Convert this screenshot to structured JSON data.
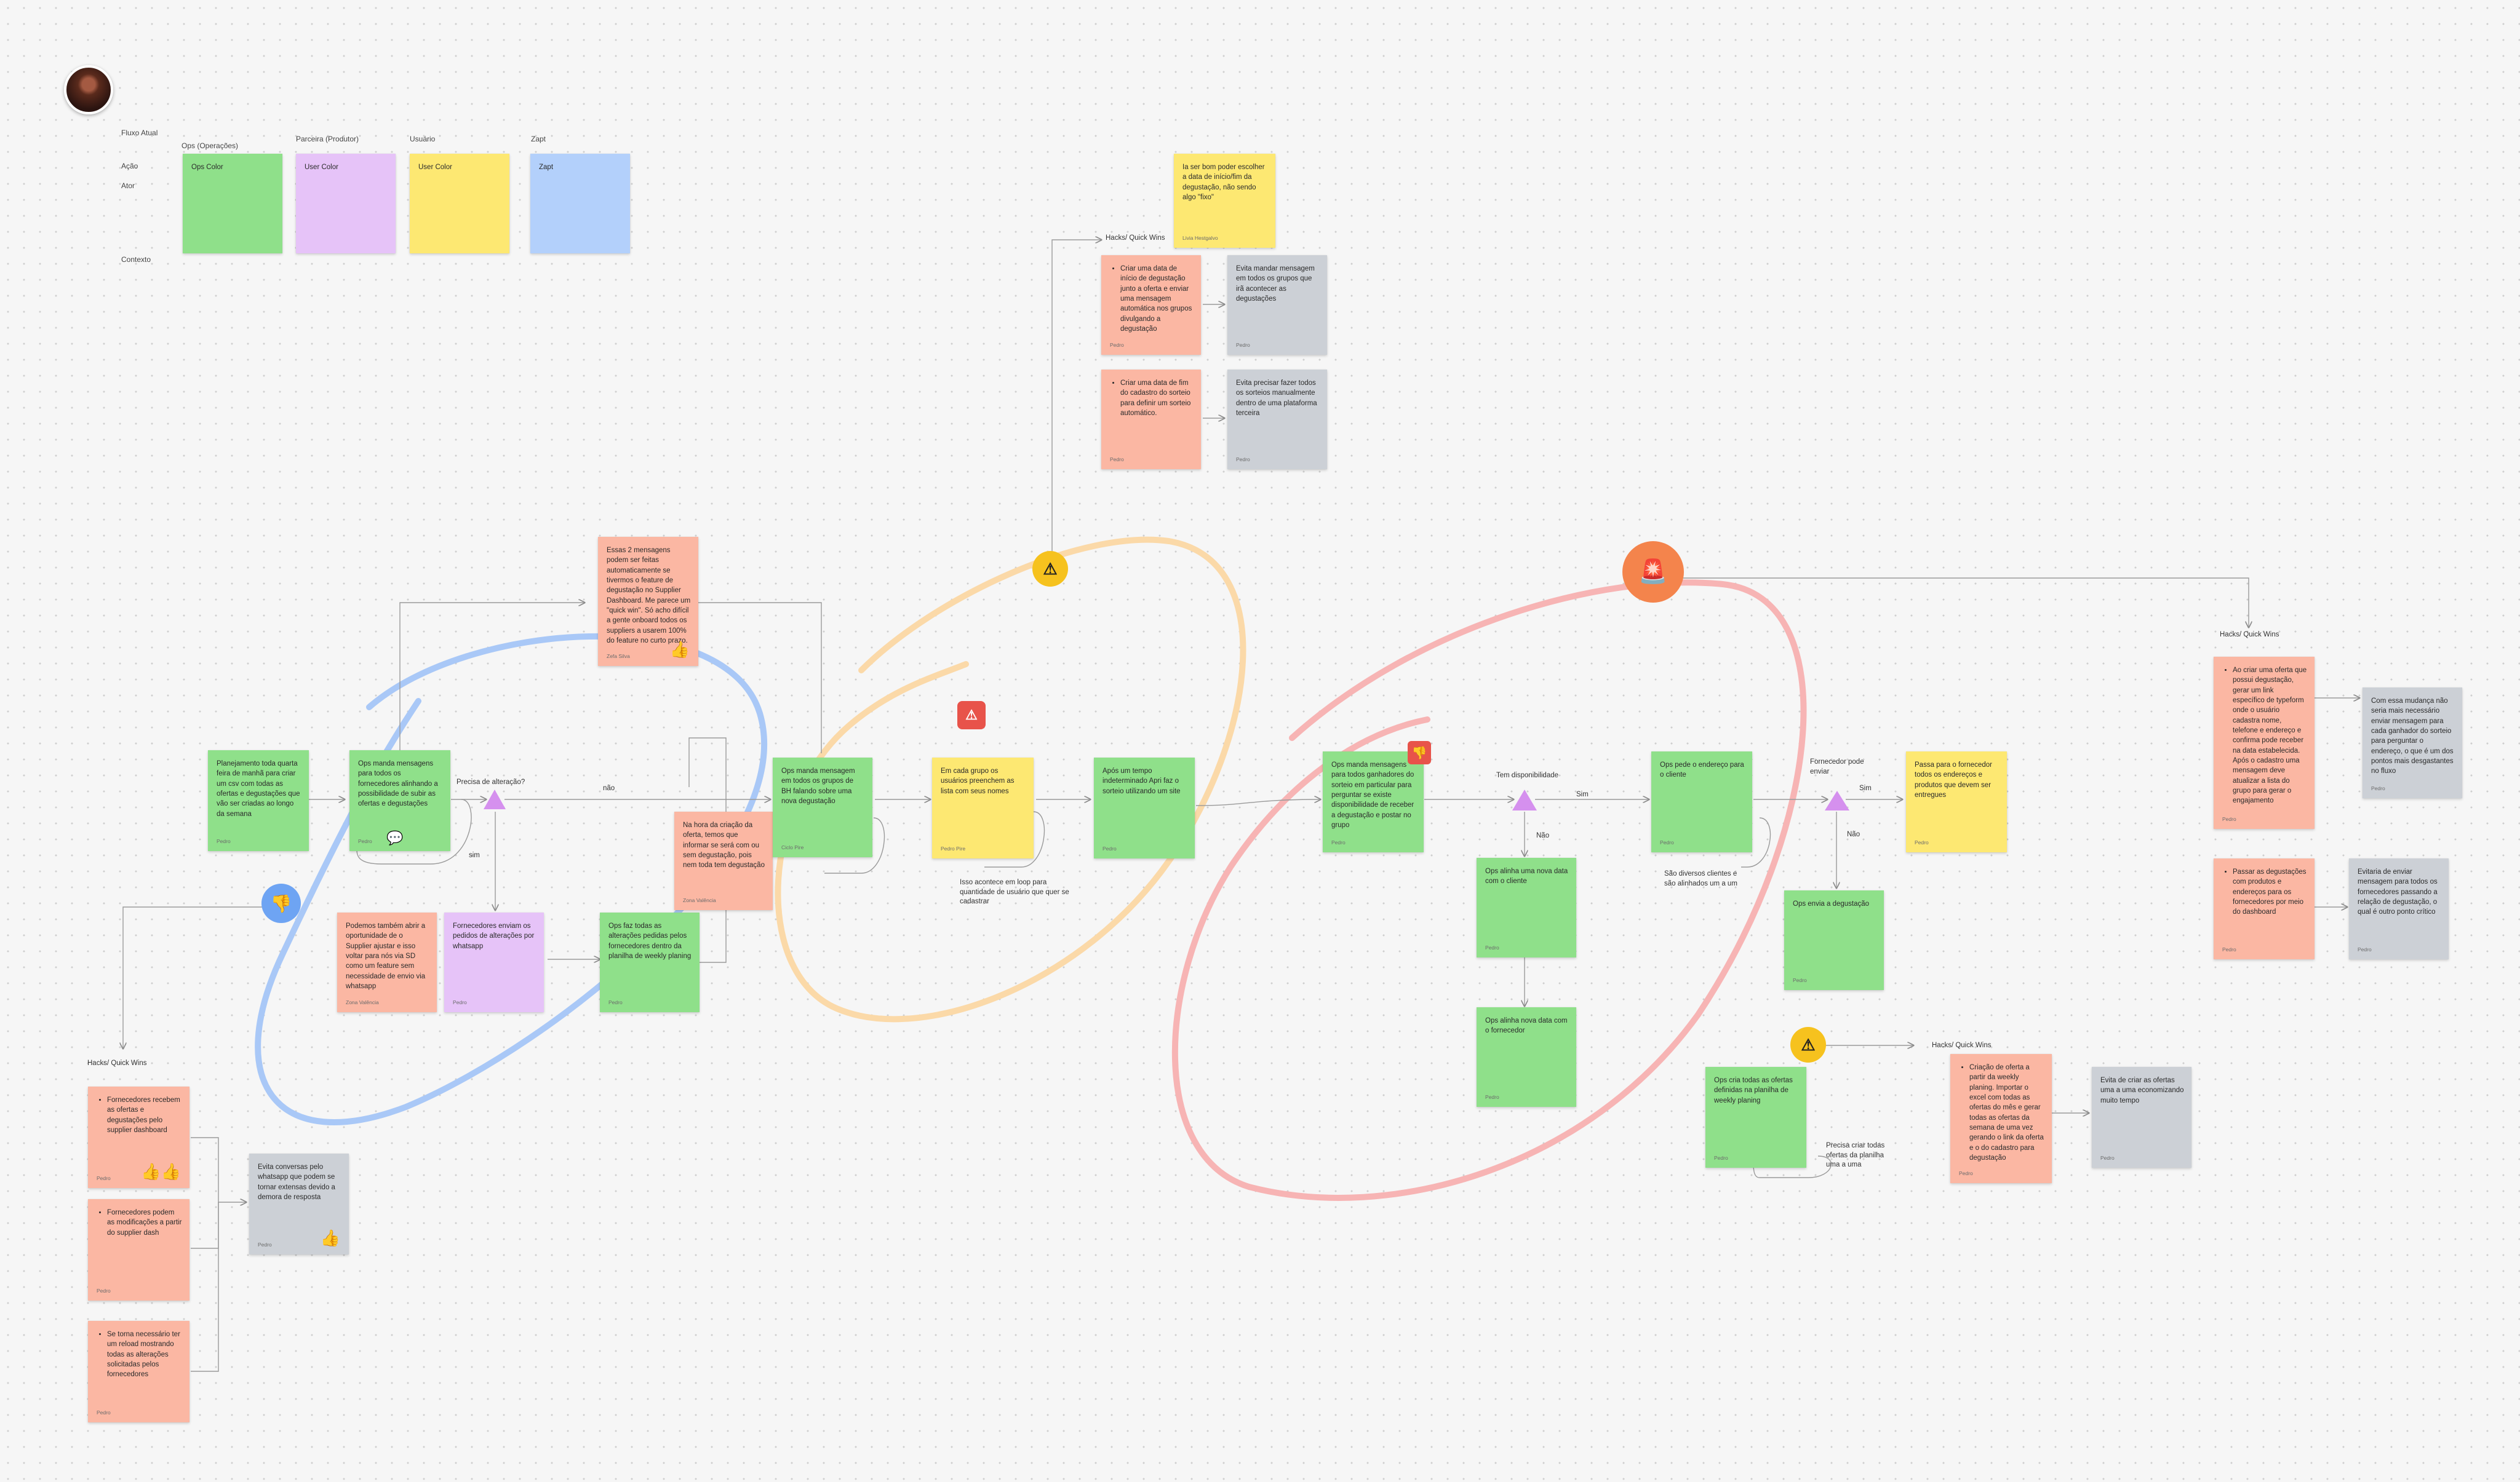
{
  "legend": {
    "fluxo": "Fluxo Atual",
    "acao": "Ação",
    "ator": "Ator",
    "contexto": "Contexto",
    "columns": [
      {
        "title": "Ops (Operações)",
        "note": "Ops Color"
      },
      {
        "title": "Parceira (Produtor)",
        "note": "User Color"
      },
      {
        "title": "Usuário",
        "note": "User Color"
      },
      {
        "title": "Zapt",
        "note": "Zapt"
      }
    ]
  },
  "notes": {
    "yellow_top": {
      "text": "Ia ser bom poder escolher a data de início/fim da degustação, não sendo algo \"fixo\"",
      "author": "Livia Hestgalvo"
    },
    "salmon_top1": {
      "items": [
        "Criar uma data de início de degustação junto a oferta e enviar uma mensagem automática nos grupos divulgando a degustação"
      ],
      "author": "Pedro"
    },
    "gray_top1": {
      "text": "Evita mandar mensagem em todos os grupos que irã acontecer as degustações",
      "author": "Pedro"
    },
    "salmon_top2": {
      "items": [
        "Criar uma data de fim do cadastro do sorteio para definir um sorteio automático."
      ],
      "author": "Pedro"
    },
    "gray_top2": {
      "text": "Evita precisar fazer todos os sorteios manualmente dentro de uma plataforma terceira",
      "author": "Pedro"
    },
    "salmon_msgs": {
      "text": "Essas 2 mensagens podem ser feitas automaticamente se tivermos o feature de degustação no Supplier Dashboard. Me parece um \"quick win\". Só acho difícil a gente onboard todos os suppliers a usarem 100% do feature no curto prazo.",
      "author": "Zefa Silva"
    },
    "green_plan": {
      "text": "Planejamento toda quarta feira de manhã para criar um csv com todas as ofertas e degustações que vão ser criadas ao longo da semana",
      "author": "Pedro"
    },
    "green_ops_manda": {
      "text": "Ops manda mensagens para todos os fornecedores alinhando a possibilidade de subir as ofertas e degustações",
      "author": "Pedro"
    },
    "salmon_podemos": {
      "text": "Podemos também abrir a oportunidade de o Supplier ajustar e isso voltar para nós via SD como um feature sem necessidade de envio via whatsapp",
      "author": "Zona Valência"
    },
    "purple_fornecedores": {
      "text": "Fornecedores enviam os pedidos de alterações por whatsapp",
      "author": "Pedro"
    },
    "green_ops_faz": {
      "text": "Ops faz todas as alterações pedidas pelos fornecedores dentro da planilha de weekly planing",
      "author": "Pedro"
    },
    "salmon_hora": {
      "text": "Na hora da criação da oferta, temos que informar se será com ou sem degustação, pois nem toda tem degustação",
      "author": "Zona Valência"
    },
    "green_ops_mensagem": {
      "text": "Ops manda mensagem em todos os grupos de BH falando sobre uma nova degustação",
      "author": "Ciclo Pire"
    },
    "yellow_cada": {
      "text": "Em cada grupo os usuários preenchem as lista com seus nomes",
      "author": "Pedro Pire"
    },
    "green_apos": {
      "text": "Após um tempo indeterminado Apri faz o sorteio utilizando um site",
      "author": "Pedro"
    },
    "green_ops_gan": {
      "text": "Ops manda mensagens para todos ganhadores do sorteio em particular para perguntar se existe disponibilidade de receber a degustação e postar no grupo",
      "author": "Pedro"
    },
    "green_ops_pede": {
      "text": "Ops pede o endereço para o cliente",
      "author": "Pedro"
    },
    "green_ops_alinha1": {
      "text": "Ops alinha uma nova data com o cliente",
      "author": "Pedro"
    },
    "green_ops_alinha2": {
      "text": "Ops alinha nova data com o fornecedor",
      "author": "Pedro"
    },
    "green_ops_envia": {
      "text": "Ops envia a degustação",
      "author": "Pedro"
    },
    "yellow_passa": {
      "text": "Passa para o fornecedor todos os endereços e produtos que devem ser entregues",
      "author": "Pedro"
    },
    "salmon_right1": {
      "items": [
        "Ao criar uma oferta que possui degustação, gerar um link específico de typeform onde o usuário cadastra nome, telefone e endereço e confirma pode receber na data estabelecida. Após o cadastro uma mensagem deve atualizar a lista do grupo para gerar o engajamento"
      ],
      "author": "Pedro"
    },
    "gray_right1": {
      "text": "Com essa mudança não seria mais necessário enviar mensagem para cada ganhador do sorteio para perguntar o endereço, o que é um dos pontos mais desgastantes no fluxo",
      "author": "Pedro"
    },
    "salmon_right2": {
      "items": [
        "Passar as degustações com produtos e endereços para os fornecedores por meio do dashboard"
      ],
      "author": "Pedro"
    },
    "gray_right2": {
      "text": "Evitaria de enviar mensagem para todos os fornecedores passando a relação de degustação, o qual é outro ponto crítico",
      "author": "Pedro"
    },
    "green_ops_cria": {
      "text": "Ops cria todas as ofertas definidas na planilha de weekly planing",
      "author": "Pedro"
    },
    "salmon_criacao": {
      "items": [
        "Criação de oferta a partir da weekly planing. Importar o excel com todas as ofertas do mês e gerar todas as ofertas da semana de uma vez gerando o link da oferta e o do cadastro para degustação"
      ],
      "author": "Pedro"
    },
    "gray_evita_criar": {
      "text": "Evita de criar as ofertas uma a uma economizando muito tempo",
      "author": "Pedro"
    },
    "salmon_left1": {
      "items": [
        "Fornecedores recebem as ofertas e degustações pelo supplier dashboard"
      ],
      "author": "Pedro"
    },
    "salmon_left2": {
      "items": [
        "Fornecedores podem as modificações a partir do supplier dash"
      ],
      "author": "Pedro"
    },
    "salmon_left3": {
      "items": [
        "Se torna necessário ter um reload mostrando todas as alterações solicitadas pelos fornecedores"
      ],
      "author": "Pedro"
    },
    "gray_left": {
      "text": "Evita conversas pelo whatsapp que podem se tornar extensas devido a demora de resposta",
      "author": "Pedro"
    }
  },
  "labels": {
    "hacks1": "Hacks/ Quick Wins",
    "hacks2": "Hacks/ Quick Wins",
    "hacks3": "Hacks/ Quick Wins",
    "hacks4": "Hacks/ Quick Wins",
    "precisa": "Precisa de alteração?",
    "nao1": "não",
    "sim1": "sim",
    "loop": "Isso acontece em loop para quantidade de usuário que quer se cadastrar",
    "tem_disp": "Tem disponibilidade",
    "sim2": "Sim",
    "nao2": "Não",
    "sao_diversos": "São diversos clientes e são alinhados um a um",
    "forn_pode": "Fornecedor pode enviar",
    "sim3": "Sim",
    "nao3": "Não",
    "precisa_criar": "Precisa criar todas ofertas da planilha uma a uma"
  },
  "colors": {
    "green": "#8fe08a",
    "purple": "#e6c3f8",
    "yellow": "#fde872",
    "blue": "#b3d0fb",
    "salmon": "#fbb7a3",
    "gray": "#ccd0d6",
    "warning": "#f6c21e",
    "alert": "#f4844c",
    "loop_blue": "#a9c8f7",
    "loop_orange": "#fbd9a8",
    "loop_red": "#f7b4b4",
    "decision": "#d590ee"
  },
  "icons": [
    "warning-icon",
    "alarm-siren-icon",
    "thumbs-down-icon",
    "thumbs-up-icon",
    "chat-bubbles-icon",
    "question-warning-icon",
    "dislike-stamp-icon"
  ]
}
